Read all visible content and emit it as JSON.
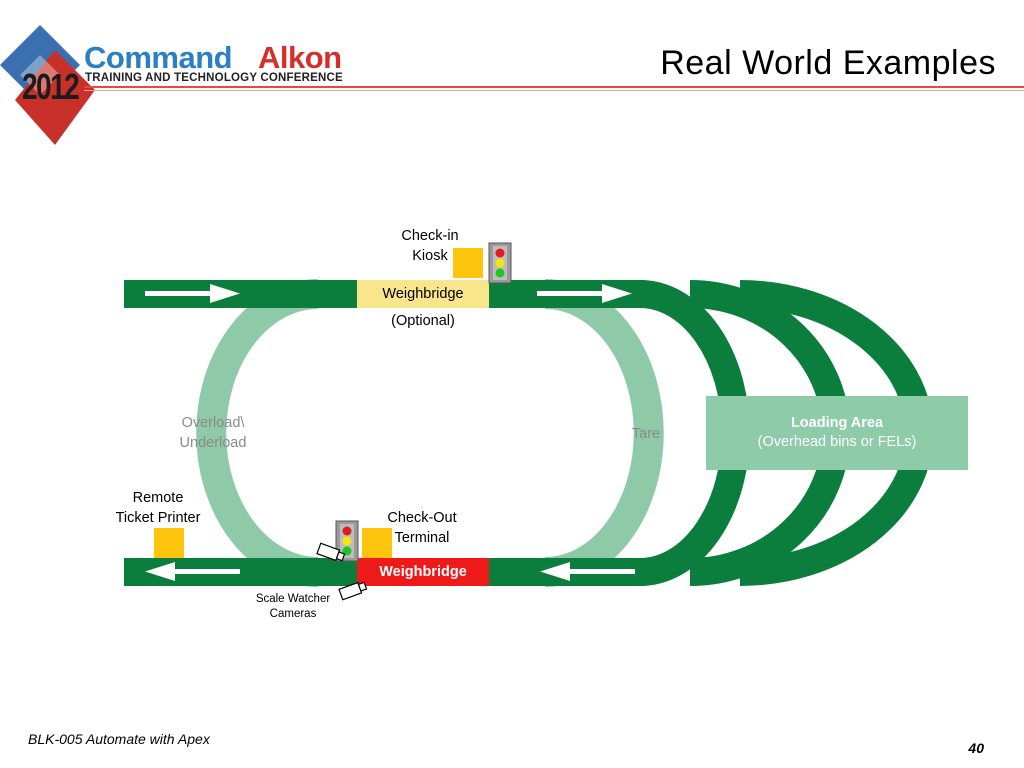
{
  "header": {
    "logo_year": "2012",
    "brand_part1": "Command",
    "brand_part2": "Alkon",
    "brand_subtitle": "TRAINING AND TECHNOLOGY CONFERENCE",
    "title": "Real World Examples"
  },
  "diagram": {
    "checkin_kiosk": [
      "Check-in",
      "Kiosk"
    ],
    "weighbridge_top": "Weighbridge",
    "optional": "(Optional)",
    "overload": [
      "Overload\\",
      "Underload"
    ],
    "tare": "Tare",
    "loading_area_title": "Loading Area",
    "loading_area_sub": "(Overhead bins or FELs)",
    "remote_printer": [
      "Remote",
      "Ticket Printer"
    ],
    "checkout_terminal": [
      "Check-Out",
      "Terminal"
    ],
    "weighbridge_bottom": "Weighbridge",
    "cameras": [
      "Scale Watcher",
      "Cameras"
    ]
  },
  "colors": {
    "track_dark": "#0b7d3c",
    "track_light": "#8fcaa8",
    "kiosk_yellow": "#ffc40c",
    "weighbridge_optional": "#f9e58c",
    "weighbridge_active": "#ee1a1a",
    "loading_area": "#8ecba9"
  },
  "footer": {
    "left": "BLK-005 Automate with Apex",
    "page": "40"
  }
}
